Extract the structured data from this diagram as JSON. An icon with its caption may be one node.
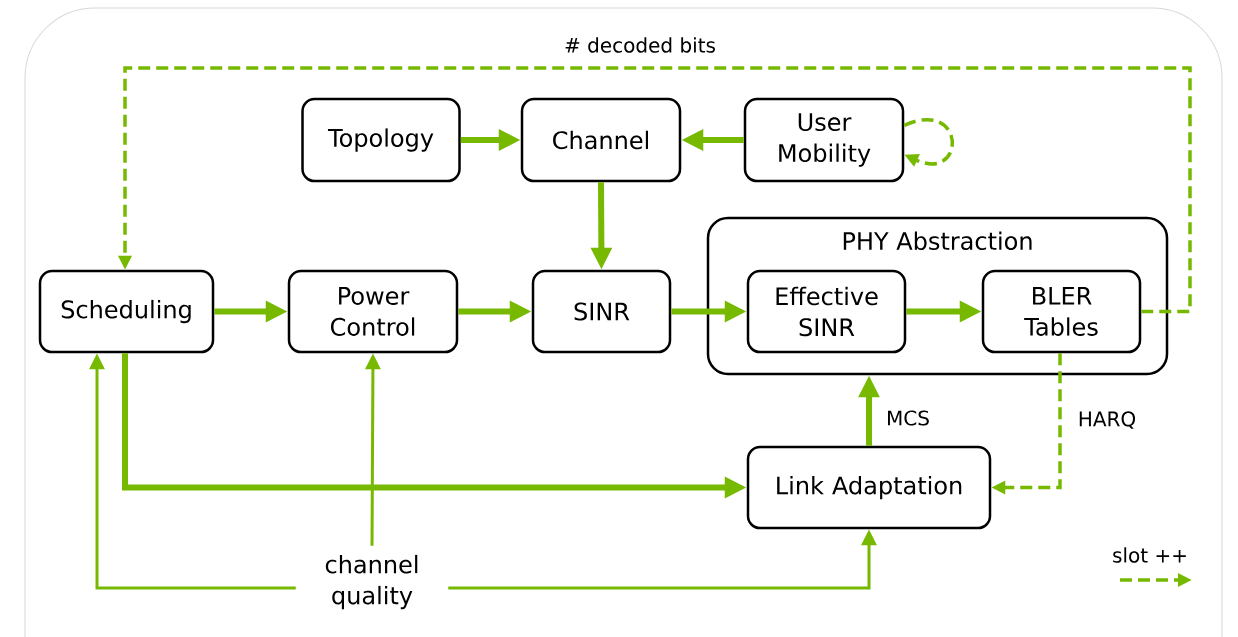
{
  "diagram": {
    "nodes": [
      {
        "text": [
          "Topology"
        ]
      },
      {
        "text": [
          "Channel"
        ]
      },
      {
        "text": [
          "User Mobility"
        ]
      },
      {
        "text": [
          "Scheduling"
        ]
      },
      {
        "text": [
          "Power Control"
        ]
      },
      {
        "text": [
          "SINR"
        ]
      },
      {
        "text": [
          "PHY Abstraction"
        ]
      },
      {
        "text": [
          "Effective SINR"
        ],
        "in": 6
      },
      {
        "text": [
          "BLER Tables"
        ],
        "in": 6
      },
      {
        "text": [
          "Link Adaptation"
        ]
      },
      {
        "text": [
          "channel quality"
        ]
      }
    ],
    "edges": [
      {
        "from": 0,
        "to": 1,
        "arrow": "to"
      },
      {
        "from": 2,
        "to": 1,
        "arrow": "to"
      },
      {
        "from": 2,
        "to": 2,
        "arrow": "to",
        "style": "dashed"
      },
      {
        "from": 1,
        "to": 5,
        "arrow": "to"
      },
      {
        "from": 3,
        "to": 4,
        "arrow": "to"
      },
      {
        "from": 4,
        "to": 5,
        "arrow": "to"
      },
      {
        "from": 5,
        "to": 7,
        "arrow": "to"
      },
      {
        "from": 7,
        "to": 8,
        "arrow": "to"
      },
      {
        "from": 8,
        "to": 3,
        "arrow": "to",
        "style": "dashed",
        "label": "# decoded bits"
      },
      {
        "from": 8,
        "to": 9,
        "arrow": "to",
        "style": "dashed",
        "label": "HARQ"
      },
      {
        "from": 9,
        "to": 6,
        "arrow": "to",
        "label": "MCS"
      },
      {
        "from": 3,
        "to": 9,
        "arrow": "to"
      },
      {
        "from": 10,
        "to": 3,
        "arrow": "to"
      },
      {
        "from": 10,
        "to": 4,
        "arrow": "to"
      },
      {
        "from": 10,
        "to": 9,
        "arrow": "to"
      }
    ],
    "legend": [
      {
        "text": "slot ++"
      }
    ]
  }
}
